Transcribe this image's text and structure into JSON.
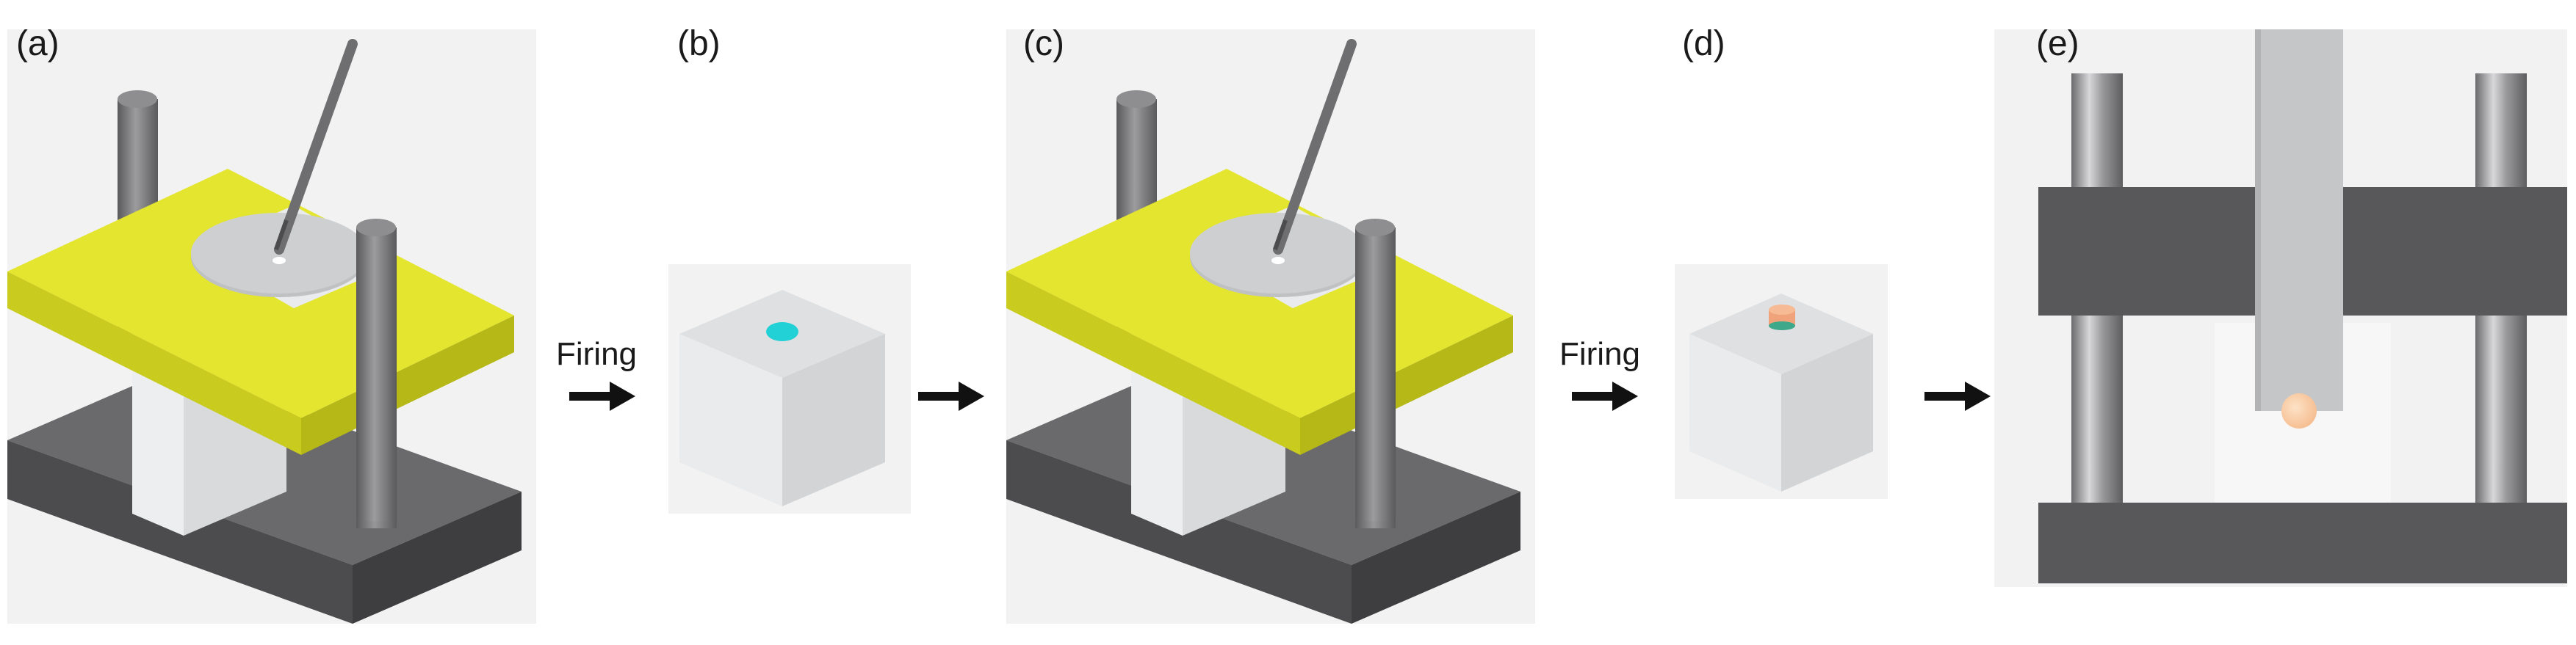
{
  "panels": [
    {
      "label": "(a)"
    },
    {
      "label": "(b)"
    },
    {
      "label": "(c)"
    },
    {
      "label": "(d)"
    },
    {
      "label": "(e)"
    }
  ],
  "steps": {
    "firing_1": "Firing",
    "firing_2": "Firing"
  },
  "colors": {
    "yellow_plate": "#e3e52f",
    "dark_base": "#58585a",
    "rod": "#7a7a7c",
    "cube": "#e2e4e6",
    "droplet_b": "#22d1d6",
    "bead_d": "#f0a37a",
    "sphere_e": "#fbd2ac",
    "background_panel": "#f2f2f2"
  },
  "icons": [
    "arrow-right-icon"
  ]
}
